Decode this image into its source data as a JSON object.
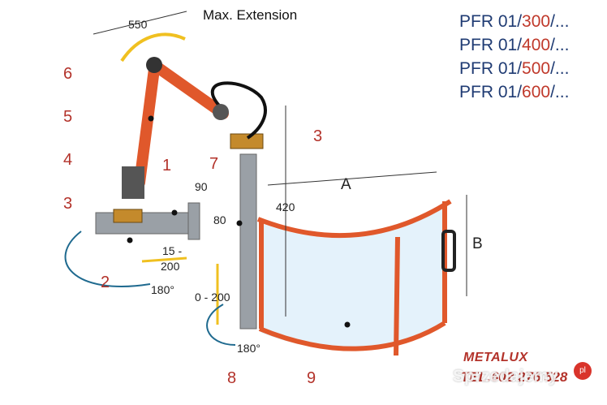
{
  "header": {
    "max_extension_label": "Max. Extension"
  },
  "models": [
    {
      "prefix": "PFR 01/",
      "size": "300",
      "suffix": "/..."
    },
    {
      "prefix": "PFR 01/",
      "size": "400",
      "suffix": "/..."
    },
    {
      "prefix": "PFR 01/",
      "size": "500",
      "suffix": "/..."
    },
    {
      "prefix": "PFR 01/",
      "size": "600",
      "suffix": "/..."
    }
  ],
  "dimensions": {
    "extension": "550",
    "height": "420",
    "width_a": "A",
    "height_b": "B",
    "d90": "90",
    "d80": "80",
    "range_15": "15 -",
    "range_200": "200",
    "vertical_range": "0 - 200",
    "angle_base": "180°",
    "angle_guard": "180°"
  },
  "part_numbers": {
    "p1": "1",
    "p2": "2",
    "p3a": "3",
    "p3b": "3",
    "p4": "4",
    "p5": "5",
    "p6": "6",
    "p7": "7",
    "p8": "8",
    "p9": "9"
  },
  "footer": {
    "brand": "METALUX",
    "phone": "TEL.602 276 528",
    "watermark": "Sprzedajemy"
  },
  "colors": {
    "arm_orange": "#e0582b",
    "model_blue": "#1f3b73",
    "model_red": "#c0392b",
    "label_red": "#b3322a"
  }
}
